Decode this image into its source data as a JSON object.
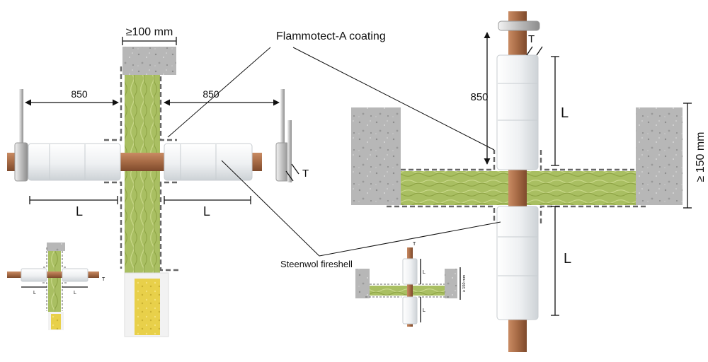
{
  "labels": {
    "min_wall_thickness": "≥100 mm",
    "coating": "Flammotect-A coating",
    "fireshell": "Steenwol fireshell",
    "min_floor_thickness": "≥ 150 mm",
    "dist_left": "850",
    "dist_right": "850",
    "dist_vertical": "850",
    "shell_length": "L",
    "shell_thickness": "T"
  },
  "colors": {
    "concrete": "#b9b9b9",
    "mineral_wool": "#a9bf62",
    "pipe": "#a86a45",
    "insulation_shell": "#eef0f2",
    "dashed_coating": "#666666",
    "yellow_wool": "#e7cf45"
  }
}
